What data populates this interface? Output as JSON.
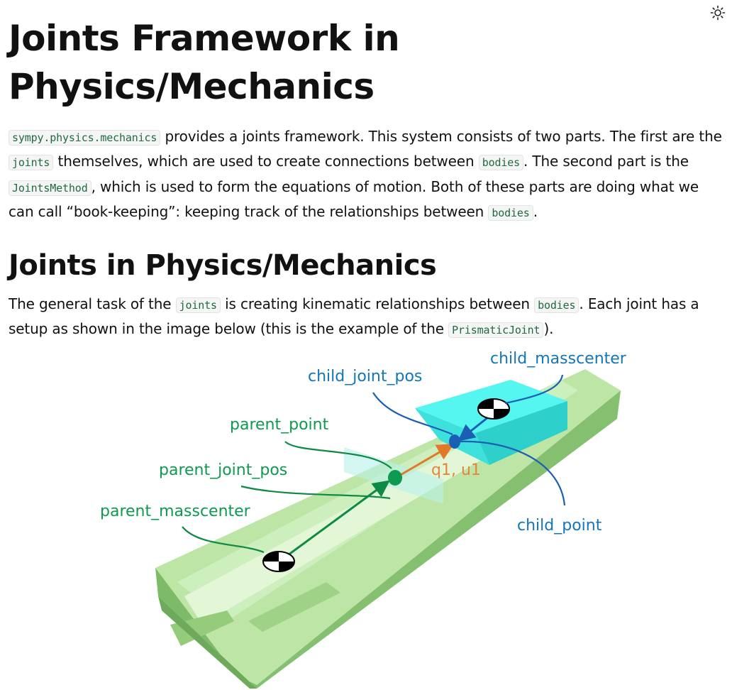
{
  "header": {
    "theme_toggle_icon": "sun-icon"
  },
  "page": {
    "title": "Joints Framework in Physics/Mechanics"
  },
  "intro": {
    "code_module": "sympy.physics.mechanics",
    "t1": " provides a joints framework. This system consists of two parts. The first are the ",
    "code_joints": "joints",
    "t2": " themselves, which are used to create connections between ",
    "code_bodies": "bodies",
    "t3": ". The second part is the ",
    "code_method": "JointsMethod",
    "t4": ", which is used to form the equations of motion. Both of these parts are doing what we can call “book-keeping”: keeping track of the relationships between ",
    "code_bodies2": "bodies",
    "t5": "."
  },
  "section": {
    "heading": "Joints in Physics/Mechanics",
    "t1": "The general task of the ",
    "code_joints": "joints",
    "t2": " is creating kinematic relationships between ",
    "code_bodies": "bodies",
    "t3": ". Each joint has a setup as shown in the image below (this is the example of the ",
    "code_prismatic": "PrismaticJoint",
    "t4": ")."
  },
  "figure": {
    "labels": {
      "child_masscenter": "child_masscenter",
      "child_joint_pos": "child_joint_pos",
      "parent_point": "parent_point",
      "parent_joint_pos": "parent_joint_pos",
      "parent_masscenter": "parent_masscenter",
      "q1_u1": "q1, u1",
      "child_point": "child_point"
    },
    "colors": {
      "parent_label": "#0e9a4f",
      "child_label": "#1276b8",
      "coordinate_label": "#e8843a",
      "parent_body": "#a8dc94",
      "child_body": "#4de8ec"
    }
  }
}
